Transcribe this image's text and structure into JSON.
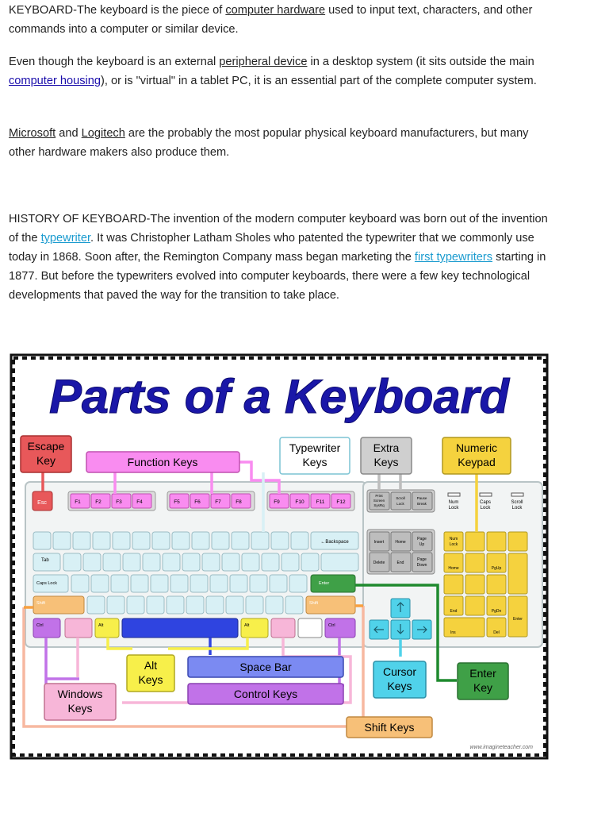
{
  "article": {
    "p1": {
      "t1": "KEYBOARD-The keyboard is the piece of ",
      "link1": "computer hardware",
      "t2": " used to input text, characters, and other commands into a computer or similar device."
    },
    "p2": {
      "t1": "Even though the keyboard is an external ",
      "link1": "peripheral device",
      "t2": " in a desktop system (it sits outside the main ",
      "link2": "computer housing",
      "t3": "), or is \"virtual\" in a tablet PC, it is an essential part of the complete computer system."
    },
    "p3": {
      "link1": "Microsoft",
      "t1": " and ",
      "link2": "Logitech",
      "t2": " are the probably the most popular physical keyboard manufacturers, but many other hardware makers also produce them."
    },
    "p4": {
      "t1": "HISTORY OF KEYBOARD-The invention of the modern computer keyboard was born out of the invention of the ",
      "link1": "typewriter",
      "t2": ". It was Christopher Latham Sholes who patented the typewriter that we commonly use today in 1868. Soon after, the Remington Company mass began marketing the ",
      "link2": "first typewriters",
      "t3": " starting in 1877. But before the typewriters evolved into computer keyboards, there were a few key technological developments that paved the way for the transition to take place."
    }
  },
  "figure": {
    "title": "Parts of a Keyboard",
    "credit": "www.imagineteacher.com",
    "labels": {
      "escape_1": "Escape",
      "escape_2": "Key",
      "function_keys": "Function Keys",
      "typewriter_1": "Typewriter",
      "typewriter_2": "Keys",
      "extra_1": "Extra",
      "extra_2": "Keys",
      "numeric_1": "Numeric",
      "numeric_2": "Keypad",
      "alt_1": "Alt",
      "alt_2": "Keys",
      "space_bar": "Space Bar",
      "control_keys": "Control Keys",
      "windows_1": "Windows",
      "windows_2": "Keys",
      "cursor_1": "Cursor",
      "cursor_2": "Keys",
      "enter_1": "Enter",
      "enter_2": "Key",
      "shift_keys": "Shift Keys"
    },
    "keys": {
      "esc": "Esc",
      "f1": "F1",
      "f2": "F2",
      "f3": "F3",
      "f4": "F4",
      "f5": "F5",
      "f6": "F6",
      "f7": "F7",
      "f8": "F8",
      "f9": "F9",
      "f10": "F10",
      "f11": "F11",
      "f12": "F12",
      "num_lock_1": "Num",
      "num_lock_2": "Lock",
      "caps_lock_ind_1": "Caps",
      "caps_lock_ind_2": "Lock",
      "scroll_lock_1": "Scroll",
      "scroll_lock_2": "Lock",
      "backspace": "←Backspace",
      "tab": "Tab",
      "caps_lock": "Caps Lock",
      "enter": "Enter",
      "shift_left": "Shift",
      "shift_right": "Shift",
      "ctrl_left": "Ctrl",
      "ctrl_right": "Ctrl",
      "alt_left": "Alt",
      "alt_right": "Alt",
      "insert": "Insert",
      "home": "Home",
      "page_up_1": "Page",
      "page_up_2": "Up",
      "delete": "Delete",
      "end": "End",
      "page_down_1": "Page",
      "page_down_2": "Down",
      "print_1": "Print",
      "print_2": "Screen",
      "print_3": "SysRq",
      "scroll_1": "Scroll",
      "scroll_2": "Lock",
      "pause_1": "Pause",
      "pause_2": "Break",
      "kp_num_1": "Num",
      "kp_num_2": "Lock",
      "kp_home": "Home",
      "kp_pgup": "PgUp",
      "kp_end": "End",
      "kp_pgdn": "PgDn",
      "kp_ins": "Ins",
      "kp_del": "Del",
      "kp_enter": "Enter"
    },
    "colors": {
      "title": "#1a17a8",
      "escape": "#e8585a",
      "function": "#f98cf0",
      "typewriter": "#d8f0f5",
      "extra": "#cfcfcf",
      "numeric": "#f5d23e",
      "alt": "#f7ef4a",
      "space": "#5c6cf0",
      "control": "#c172e8",
      "windows": "#f7b6d8",
      "cursor": "#50d2ea",
      "enter": "#3fa047",
      "shift": "#f7c078"
    }
  }
}
